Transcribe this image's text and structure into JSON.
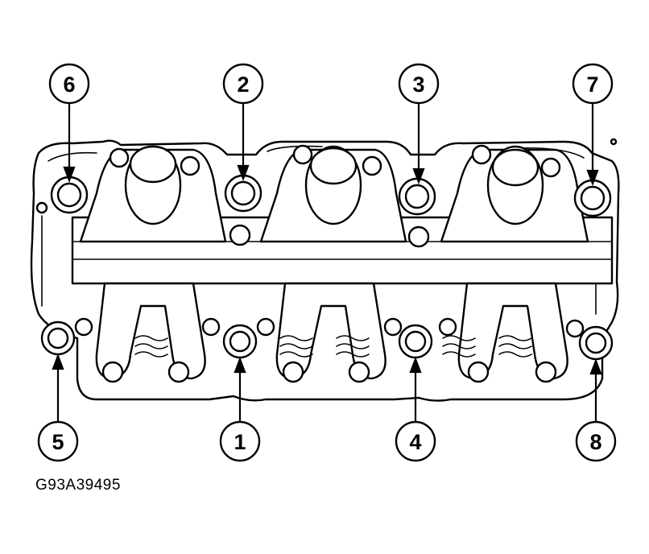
{
  "figure_code": "G93A39495",
  "callouts": [
    {
      "id": "6",
      "label": "6"
    },
    {
      "id": "2",
      "label": "2"
    },
    {
      "id": "3",
      "label": "3"
    },
    {
      "id": "7",
      "label": "7"
    },
    {
      "id": "5",
      "label": "5"
    },
    {
      "id": "1",
      "label": "1"
    },
    {
      "id": "4",
      "label": "4"
    },
    {
      "id": "8",
      "label": "8"
    }
  ],
  "colors": {
    "ink": "#000000",
    "paper": "#ffffff"
  }
}
